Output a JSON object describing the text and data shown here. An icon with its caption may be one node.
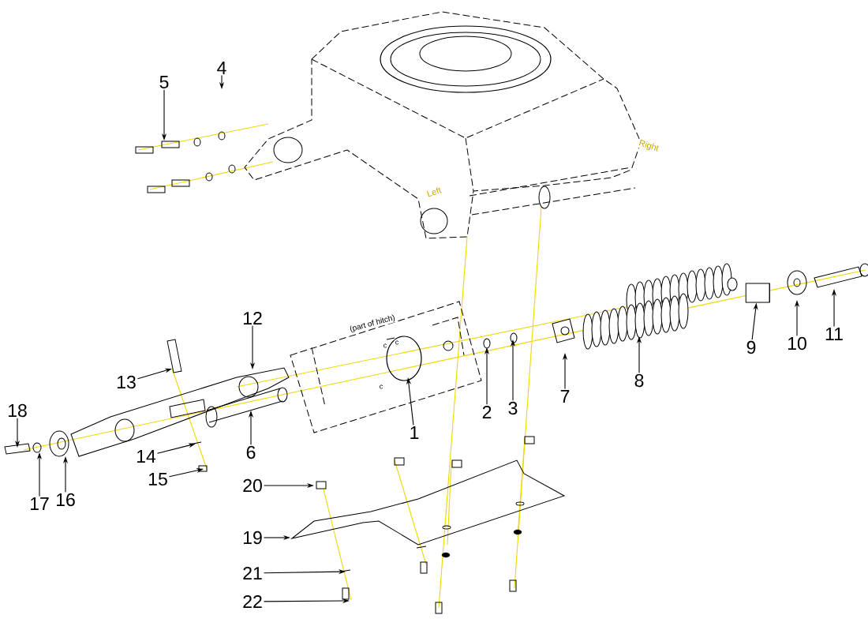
{
  "diagram": {
    "nodes": [
      {
        "text": [
          "1"
        ]
      },
      {
        "text": [
          "2"
        ]
      },
      {
        "text": [
          "3"
        ]
      },
      {
        "text": [
          "4"
        ]
      },
      {
        "text": [
          "5"
        ]
      },
      {
        "text": [
          "6"
        ]
      },
      {
        "text": [
          "7"
        ]
      },
      {
        "text": [
          "8"
        ]
      },
      {
        "text": [
          "9"
        ]
      },
      {
        "text": [
          "10"
        ]
      },
      {
        "text": [
          "11"
        ]
      },
      {
        "text": [
          "12"
        ]
      },
      {
        "text": [
          "13"
        ]
      },
      {
        "text": [
          "14"
        ]
      },
      {
        "text": [
          "15"
        ]
      },
      {
        "text": [
          "16"
        ]
      },
      {
        "text": [
          "17"
        ]
      },
      {
        "text": [
          "18"
        ]
      },
      {
        "text": [
          "19"
        ]
      },
      {
        "text": [
          "20"
        ]
      },
      {
        "text": [
          "21"
        ]
      },
      {
        "text": [
          "22"
        ]
      },
      {
        "text": [],
        "shape": "cylinder"
      }
    ],
    "edges": [
      {
        "from": 0,
        "to": null,
        "arrow": "to"
      },
      {
        "from": 1,
        "to": null,
        "arrow": "to"
      },
      {
        "from": 2,
        "to": null,
        "arrow": "to"
      },
      {
        "from": 3,
        "to": null,
        "arrow": "to"
      },
      {
        "from": 4,
        "to": null,
        "arrow": "to"
      },
      {
        "from": 5,
        "to": null,
        "arrow": "to"
      },
      {
        "from": 6,
        "to": null,
        "arrow": "to"
      },
      {
        "from": 7,
        "to": null,
        "arrow": "to"
      },
      {
        "from": 8,
        "to": 22,
        "arrow": "to"
      },
      {
        "from": 9,
        "to": null,
        "arrow": "to"
      },
      {
        "from": 10,
        "to": null,
        "arrow": "to"
      },
      {
        "from": 11,
        "to": null,
        "arrow": "to"
      },
      {
        "from": 12,
        "to": null,
        "arrow": "to"
      },
      {
        "from": 13,
        "to": null,
        "arrow": "to"
      },
      {
        "from": 14,
        "to": null,
        "arrow": "to"
      },
      {
        "from": 15,
        "to": null,
        "arrow": "to"
      },
      {
        "from": 16,
        "to": null,
        "arrow": "to"
      },
      {
        "from": 17,
        "to": null,
        "arrow": "to"
      },
      {
        "from": 18,
        "to": null,
        "arrow": "to"
      },
      {
        "from": 19,
        "to": null,
        "arrow": "to"
      },
      {
        "from": 20,
        "to": null,
        "arrow": "to"
      },
      {
        "from": 21,
        "to": null,
        "arrow": "to"
      }
    ],
    "labels": [
      "(part of hitch)",
      "c",
      "c",
      "c",
      "Left",
      "Right"
    ]
  }
}
